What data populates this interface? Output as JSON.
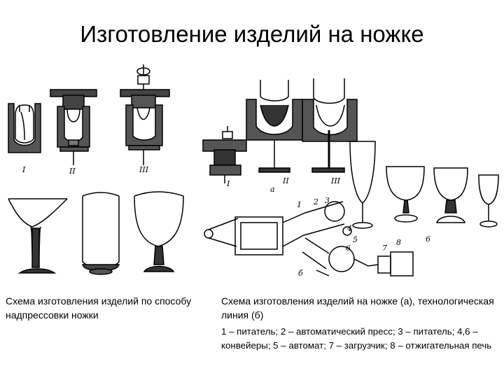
{
  "title": "Изготовление изделий на ножке",
  "left_figure": {
    "stage_labels": [
      "I",
      "II",
      "III"
    ]
  },
  "right_figure": {
    "part_label_a": "а",
    "part_label_b": "б",
    "stage_labels": [
      "I",
      "II",
      "III"
    ],
    "callouts": [
      "1",
      "2",
      "3",
      "4",
      "5",
      "6",
      "7",
      "8"
    ]
  },
  "captions": {
    "left": "Схема изготовления изделий по способу надпрессовки ножки",
    "right": "Схема изготовления изделий на ножке (а), технологическая линия (б)",
    "legend": "1 – питатель; 2 – автоматический пресс; 3 – питатель; 4,6 – конвейеры; 5 – автомат; 7 – загрузчик; 8 – отжигательная печь"
  }
}
